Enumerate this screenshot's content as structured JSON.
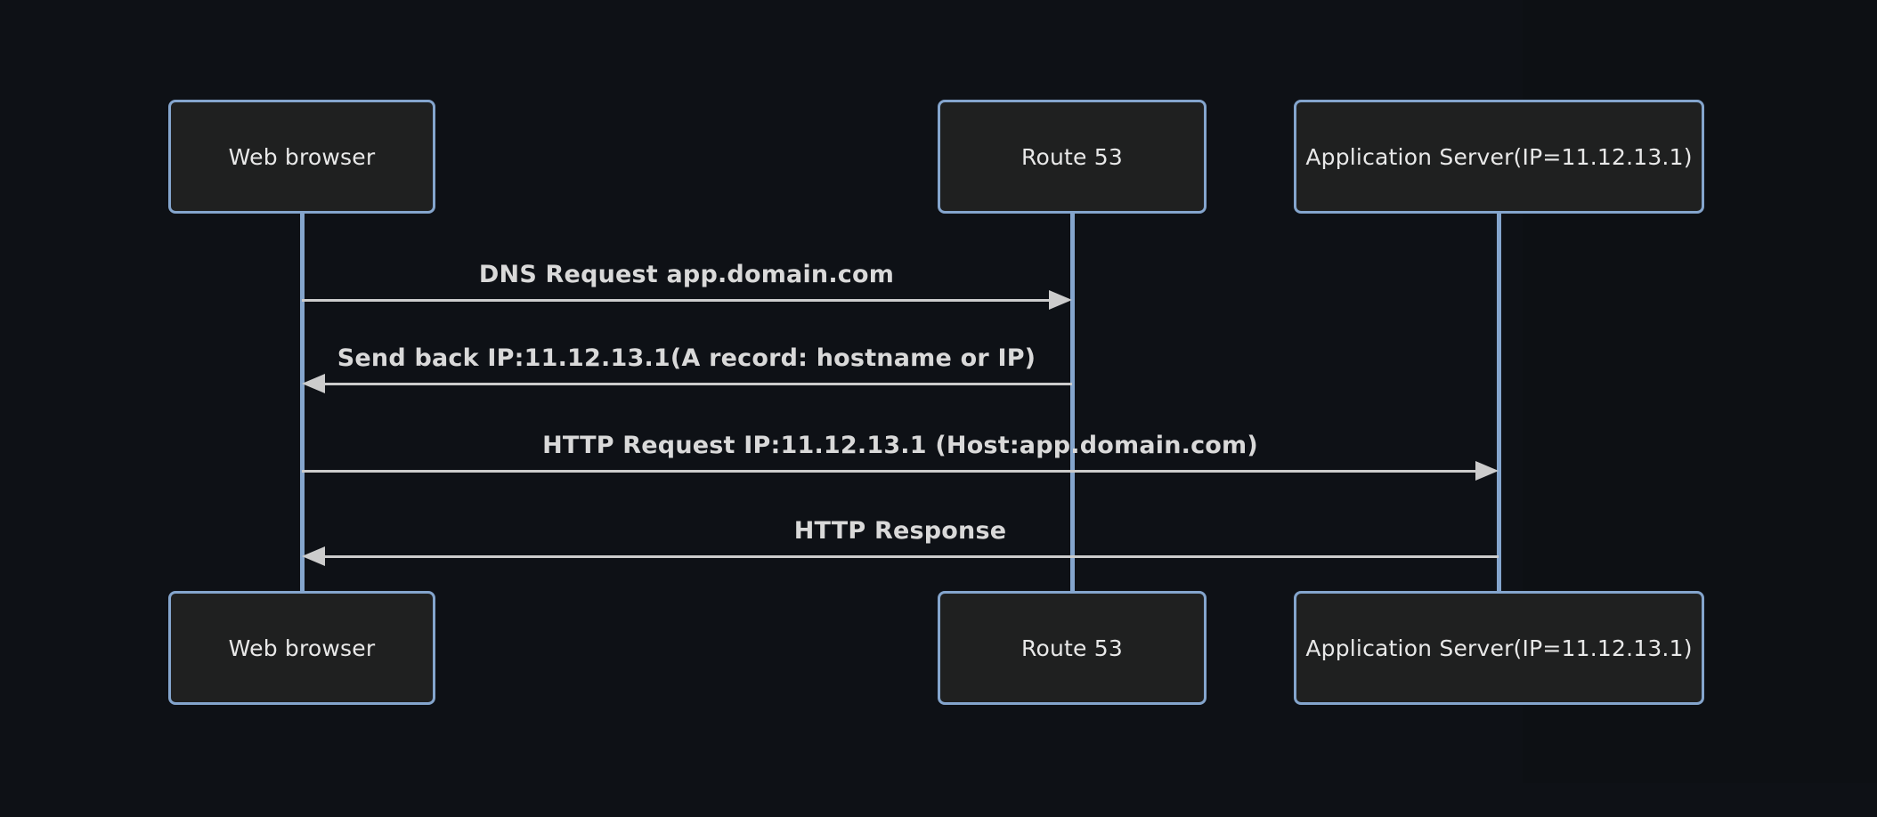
{
  "diagram": {
    "type": "sequence-diagram",
    "theme": "dark",
    "actors": [
      {
        "id": "web-browser",
        "label": "Web browser"
      },
      {
        "id": "route-53",
        "label": "Route 53"
      },
      {
        "id": "app-server",
        "label": "Application Server(IP=11.12.13.1)"
      }
    ],
    "messages": [
      {
        "from": "web-browser",
        "to": "route-53",
        "direction": "right",
        "text": "DNS Request app.domain.com"
      },
      {
        "from": "route-53",
        "to": "web-browser",
        "direction": "left",
        "text": "Send back IP:11.12.13.1(A record: hostname or IP)"
      },
      {
        "from": "web-browser",
        "to": "app-server",
        "direction": "right",
        "text": "HTTP Request IP:11.12.13.1 (Host:app.domain.com)"
      },
      {
        "from": "app-server",
        "to": "web-browser",
        "direction": "left",
        "text": "HTTP Response"
      }
    ],
    "colors": {
      "background": "#0e1116",
      "actor_fill": "#1f2020",
      "actor_border": "#84a5cd",
      "actor_text": "#e8e8e8",
      "lifeline": "#84a5cd",
      "message_line": "#cccccc",
      "message_text": "#d9d9d9"
    }
  }
}
